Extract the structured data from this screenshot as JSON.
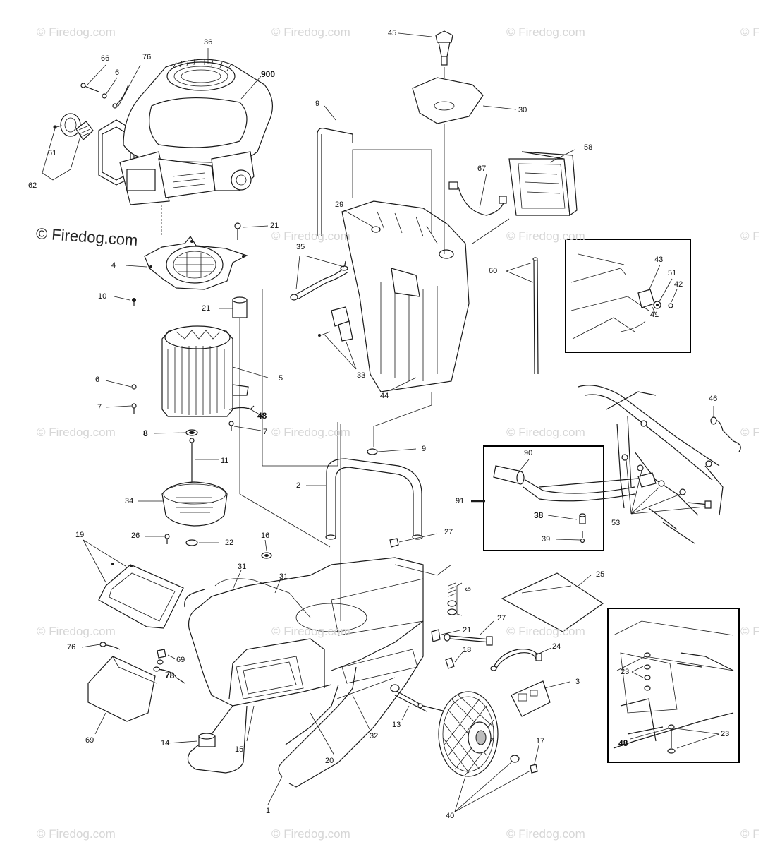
{
  "watermark": {
    "text": "© Firedog.com",
    "prominent_text": "© Firedog.com",
    "partial_text": "© F"
  },
  "callouts": {
    "c36": "36",
    "c66": "66",
    "c6a": "6",
    "c76a": "76",
    "c900": "900",
    "c61": "61",
    "c62": "62",
    "c45": "45",
    "c30": "30",
    "c9a": "9",
    "c58": "58",
    "c67": "67",
    "c29": "29",
    "c21a": "21",
    "c35": "35",
    "c4": "4",
    "c10": "10",
    "c21b": "21",
    "c60": "60",
    "c43": "43",
    "c51": "51",
    "c42": "42",
    "c41": "41",
    "c33": "33",
    "c44": "44",
    "c6b": "6",
    "c5": "5",
    "c7a": "7",
    "c48a": "48",
    "c7b": "7",
    "c8": "8",
    "c11": "11",
    "c46": "46",
    "c90": "90",
    "c9b": "9",
    "c2": "2",
    "c91": "91",
    "c34": "34",
    "c38": "38",
    "c53": "53",
    "c27a": "27",
    "c39": "39",
    "c26": "26",
    "c22": "22",
    "c19": "19",
    "c16": "16",
    "c31a": "31",
    "c31b": "31",
    "c9c": "9",
    "c25": "25",
    "c21c": "21",
    "c27b": "27",
    "c76b": "76",
    "c69a": "69",
    "c18": "18",
    "c24": "24",
    "c78": "78",
    "c23a": "23",
    "c3": "3",
    "c69b": "69",
    "c13": "13",
    "c14": "14",
    "c15": "15",
    "c32": "32",
    "c20": "20",
    "c17": "17",
    "c48b": "48",
    "c23b": "23",
    "c1": "1",
    "c40": "40"
  },
  "colors": {
    "line": "#1a1a1a",
    "watermark": "#d6d6d6",
    "background": "#ffffff"
  }
}
